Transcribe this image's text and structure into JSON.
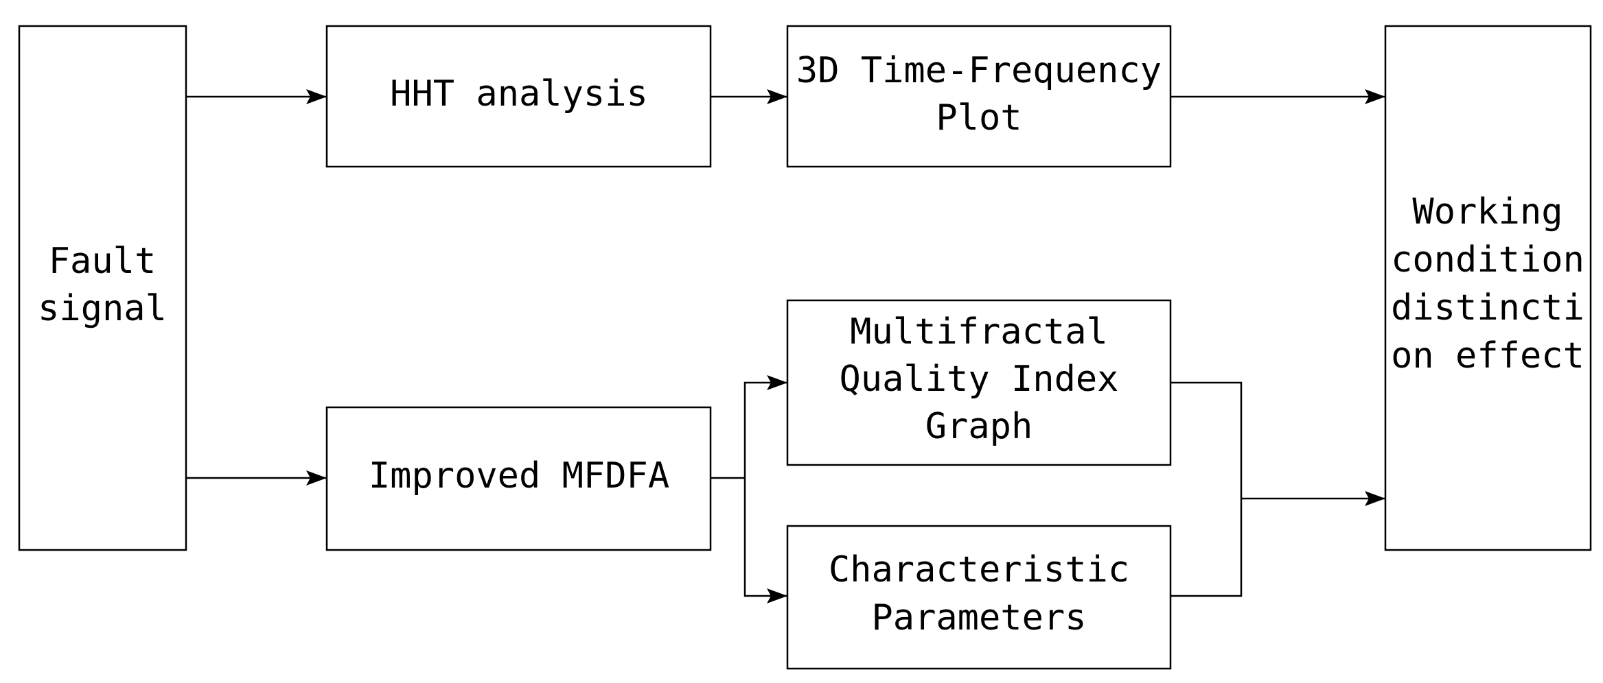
{
  "diagram": {
    "nodes": {
      "fault_signal": {
        "lines": [
          "Fault",
          "signal"
        ]
      },
      "hht_analysis": {
        "lines": [
          "HHT analysis"
        ]
      },
      "time_frequency_plot": {
        "lines": [
          "3D Time-Frequency",
          "Plot"
        ]
      },
      "improved_mfdfa": {
        "lines": [
          "Improved MFDFA"
        ]
      },
      "quality_index_graph": {
        "lines": [
          "Multifractal",
          "Quality Index",
          "Graph"
        ]
      },
      "characteristic_parameters": {
        "lines": [
          "Characteristic",
          "Parameters"
        ]
      },
      "working_condition": {
        "lines": [
          "Working",
          "condition",
          "distincti",
          "on effect"
        ]
      }
    },
    "edges": [
      {
        "from": "fault_signal",
        "to": "hht_analysis"
      },
      {
        "from": "hht_analysis",
        "to": "time_frequency_plot"
      },
      {
        "from": "time_frequency_plot",
        "to": "working_condition"
      },
      {
        "from": "fault_signal",
        "to": "improved_mfdfa"
      },
      {
        "from": "improved_mfdfa",
        "to": "quality_index_graph"
      },
      {
        "from": "improved_mfdfa",
        "to": "characteristic_parameters"
      },
      {
        "from": "quality_index_graph",
        "to": "working_condition"
      },
      {
        "from": "characteristic_parameters",
        "to": "working_condition"
      }
    ]
  }
}
